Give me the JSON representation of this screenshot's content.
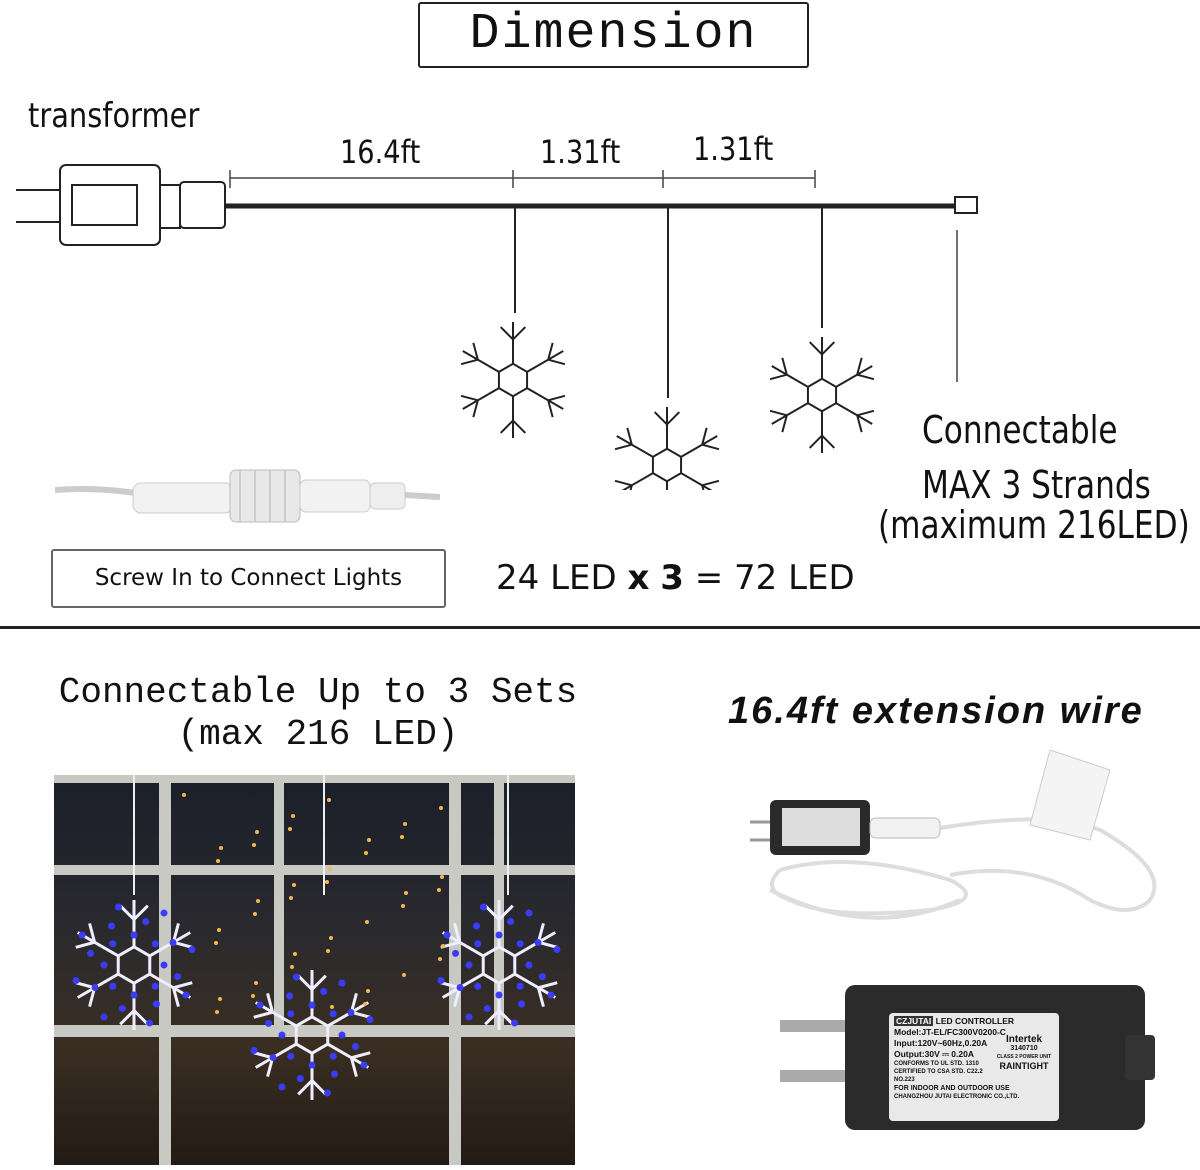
{
  "title": "Dimension",
  "diagram": {
    "transformer_label": "transformer",
    "segments": [
      "16.4ft",
      "1.31ft",
      "1.31ft"
    ],
    "connectable": "Connectable",
    "max_strands": "MAX 3 Strands",
    "max_led": "(maximum 216LED)",
    "screw_label": "Screw In to Connect Lights",
    "led_formula": {
      "a": "24 LED",
      "x": "x",
      "n": "3",
      "eq": "=",
      "total": "72 LED"
    }
  },
  "bottom": {
    "left_title": "Connectable Up to 3 Sets",
    "left_subtitle": "(max 216 LED)",
    "right_title": "16.4ft extension wire",
    "adapter_label": {
      "brand": "CZJUTAI",
      "heading": "LED CONTROLLER",
      "model": "Model:JT-EL/FC300V0200-C",
      "input": "Input:120V~60Hz,0.20A",
      "output": "Output:30V ⎓ 0.20A",
      "conforms": "CONFORMS TO UL STD. 1310",
      "certified": "CERTIFIED TO CSA STD. C22.2 NO.223",
      "intertek": "Intertek",
      "intertek_no": "3140710",
      "class": "CLASS 2 POWER UNIT",
      "raintight": "RAINTIGHT",
      "use": "FOR INDOOR AND OUTDOOR USE",
      "maker": "CHANGZHOU JUTAI ELECTRONIC CO.,LTD."
    }
  },
  "colors": {
    "led_blue": "#3a3cff",
    "line": "#222222"
  }
}
